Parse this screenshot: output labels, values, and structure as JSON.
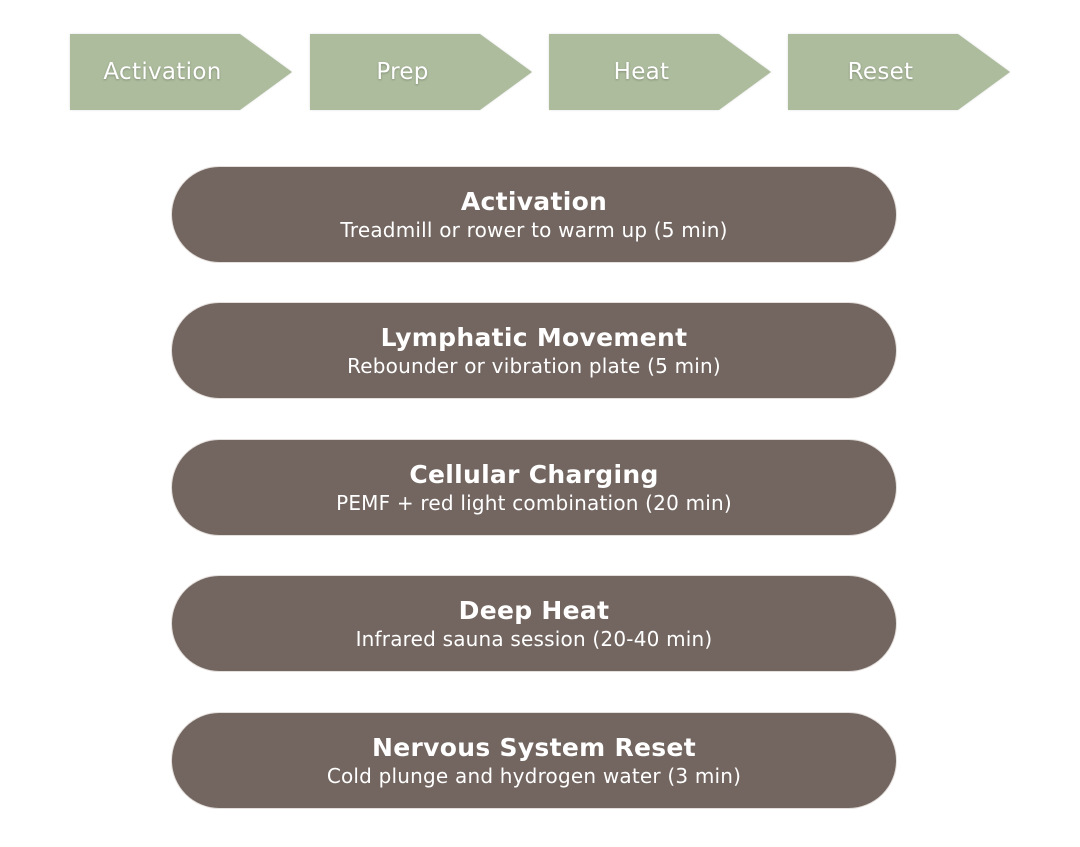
{
  "process_steps": [
    {
      "label": "Activation"
    },
    {
      "label": "Prep"
    },
    {
      "label": "Heat"
    },
    {
      "label": "Reset"
    }
  ],
  "stages": [
    {
      "title": "Activation",
      "subtitle": "Treadmill or rower to warm up (5 min)"
    },
    {
      "title": "Lymphatic Movement",
      "subtitle": "Rebounder or vibration plate (5 min)"
    },
    {
      "title": "Cellular Charging",
      "subtitle": "PEMF + red light combination (20 min)"
    },
    {
      "title": "Deep Heat",
      "subtitle": "Infrared sauna session (20-40 min)"
    },
    {
      "title": "Nervous System Reset",
      "subtitle": "Cold plunge and hydrogen water (3 min)"
    }
  ],
  "colors": {
    "chevron_fill": "#adbc9d",
    "pill_fill": "#736660",
    "text": "#ffffff"
  }
}
